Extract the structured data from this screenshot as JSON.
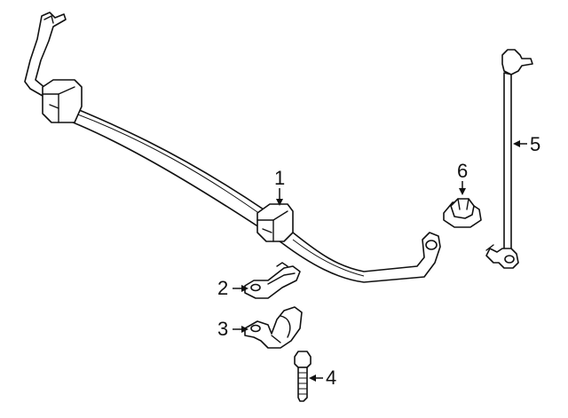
{
  "callouts": {
    "c1": "1",
    "c2": "2",
    "c3": "3",
    "c4": "4",
    "c5": "5",
    "c6": "6"
  },
  "colors": {
    "line": "#111111",
    "fill": "#ffffff",
    "background": "#ffffff"
  }
}
